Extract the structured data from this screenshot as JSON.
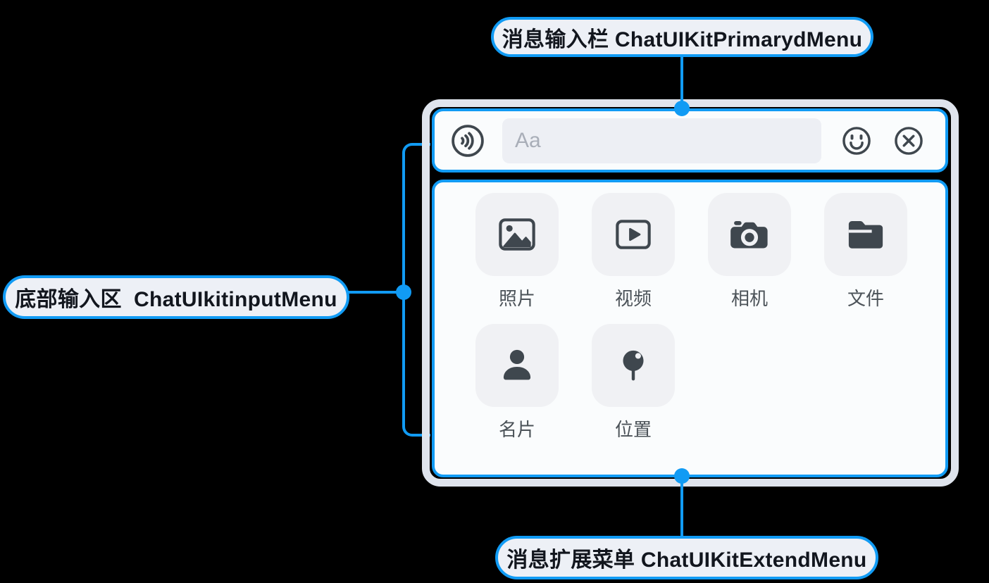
{
  "colors": {
    "accent": "#119bf4",
    "canvas_bg": "#000000",
    "outline_ring": "#dfe4ed",
    "box_bg": "#fafcfd",
    "pill_bg": "#edf0f6",
    "pill_text": "#12161e",
    "field_bg": "#edeff4",
    "placeholder": "#a9aeb8",
    "tile_bg": "#f0f1f4",
    "icon": "#3f474e",
    "item_label": "#4b5258"
  },
  "annotations": {
    "top": {
      "label": "消息输入栏 ChatUIKitPrimarydMenu"
    },
    "left": {
      "label": "底部输入区  ChatUIkitinputMenu"
    },
    "bottom": {
      "label": "消息扩展菜单 ChatUIKitExtendMenu"
    }
  },
  "input_bar": {
    "placeholder": "Aa",
    "voice_icon": "voice-waves-icon",
    "emoji_icon": "smiley-face-icon",
    "close_icon": "close-circle-icon"
  },
  "extend_menu": {
    "items": [
      {
        "label": "照片",
        "icon": "photo-icon"
      },
      {
        "label": "视频",
        "icon": "video-icon"
      },
      {
        "label": "相机",
        "icon": "camera-icon"
      },
      {
        "label": "文件",
        "icon": "file-folder-icon"
      },
      {
        "label": "名片",
        "icon": "contact-card-icon"
      },
      {
        "label": "位置",
        "icon": "location-pin-icon"
      }
    ]
  }
}
